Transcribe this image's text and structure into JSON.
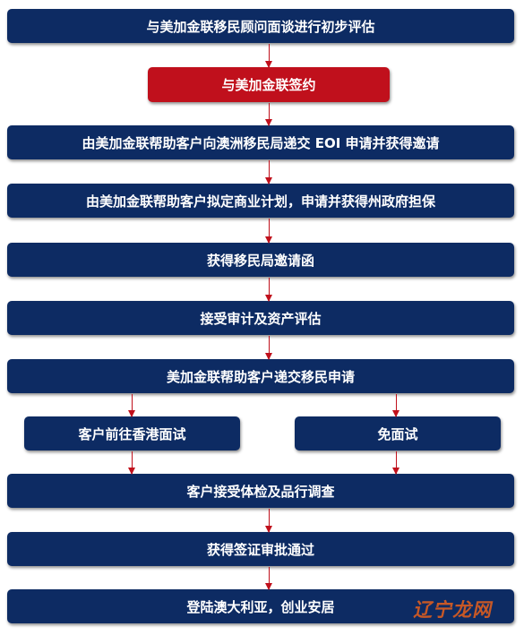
{
  "steps": {
    "s1": "与美加金联移民顾问面谈进行初步评估",
    "s2": "与美加金联签约",
    "s3": "由美加金联帮助客户向澳洲移民局递交 EOI 申请并获得邀请",
    "s4": "由美加金联帮助客户拟定商业计划，申请并获得州政府担保",
    "s5": "获得移民局邀请函",
    "s6": "接受审计及资产评估",
    "s7": "美加金联帮助客户递交移民申请",
    "s8a": "客户前往香港面试",
    "s8b": "免面试",
    "s9": "客户接受体检及品行调查",
    "s10": "获得签证审批通过",
    "s11": "登陆澳大利亚，创业安居"
  },
  "watermark": "辽宁龙网",
  "colors": {
    "navy": "#0d2b63",
    "red": "#c0101c",
    "arrow": "#c0101c"
  }
}
